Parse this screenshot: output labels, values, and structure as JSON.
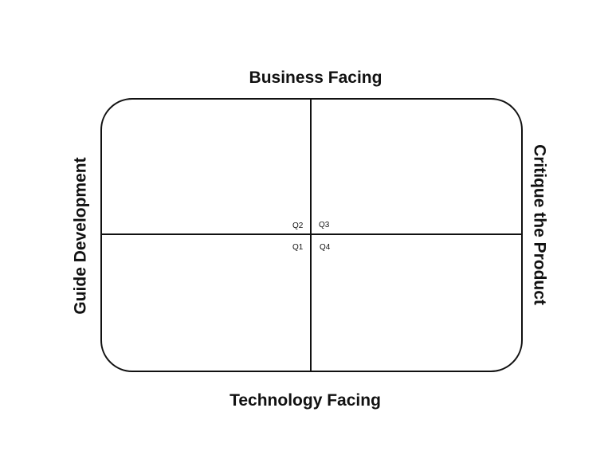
{
  "axes": {
    "top": "Business Facing",
    "bottom": "Technology Facing",
    "left": "Guide Development",
    "right": "Critique the Product"
  },
  "quadrants": {
    "q1": "Q1",
    "q2": "Q2",
    "q3": "Q3",
    "q4": "Q4"
  }
}
